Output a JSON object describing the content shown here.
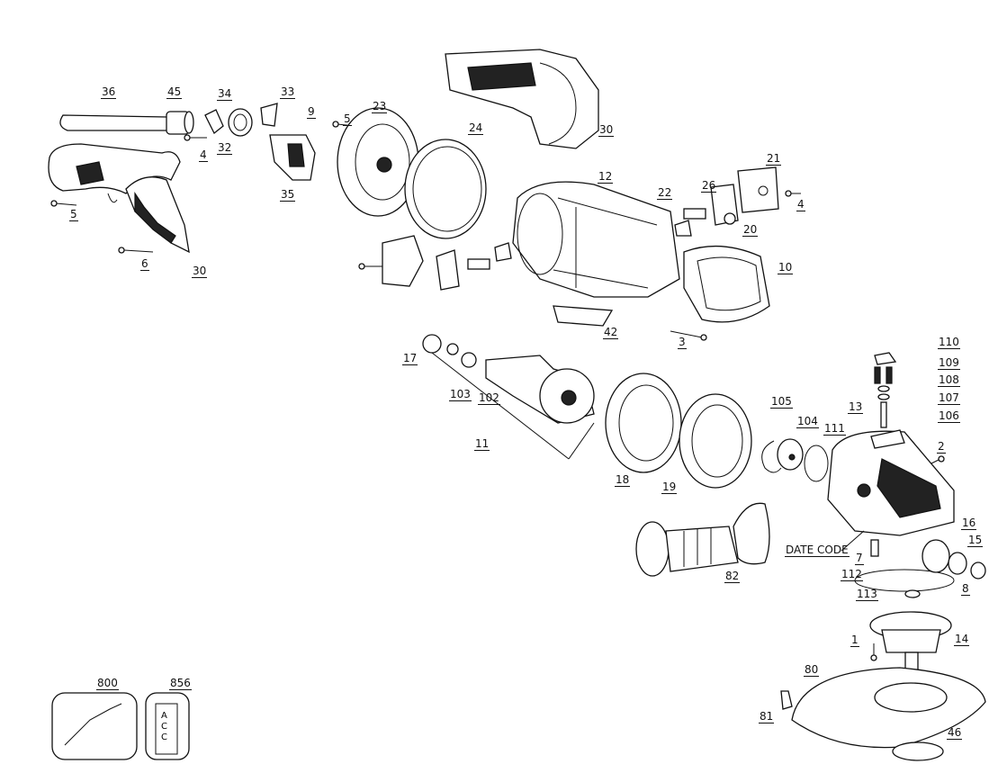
{
  "callouts": {
    "p36": "36",
    "p45": "45",
    "p34": "34",
    "p33": "33",
    "p9": "9",
    "p23": "23",
    "p5a": "5",
    "p4a": "4",
    "p32": "32",
    "p35": "35",
    "p5b": "5",
    "p6": "6",
    "p30a": "30",
    "p24": "24",
    "p30b": "30",
    "p21": "21",
    "p4b": "4",
    "p26": "26",
    "p22": "22",
    "p12": "12",
    "p20": "20",
    "p10": "10",
    "p42": "42",
    "p3": "3",
    "p17": "17",
    "p103": "103",
    "p102": "102",
    "p11": "11",
    "p18": "18",
    "p19": "19",
    "p105": "105",
    "p104": "104",
    "p111": "111",
    "p13": "13",
    "p110": "110",
    "p109": "109",
    "p108": "108",
    "p107": "107",
    "p106": "106",
    "p2": "2",
    "date_code": "DATE CODE",
    "p7": "7",
    "p16": "16",
    "p15": "15",
    "p112": "112",
    "p113": "113",
    "p8": "8",
    "p82": "82",
    "p1": "1",
    "p14": "14",
    "p80": "80",
    "p81": "81",
    "p46": "46",
    "p800": "800",
    "p856": "856"
  },
  "accessory_card_text": "ACC"
}
